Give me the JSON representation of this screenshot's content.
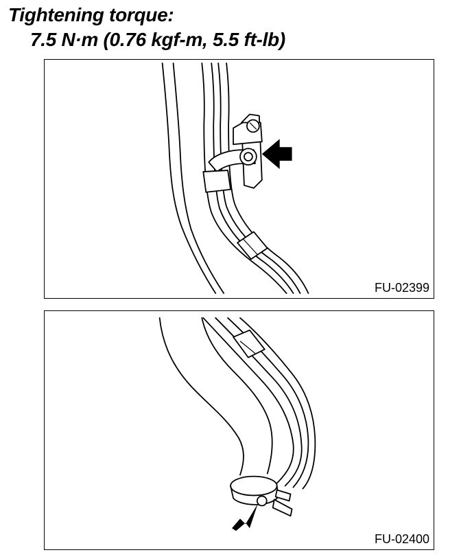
{
  "header": {
    "title": "Tightening torque:",
    "torque_value": "7.5 N·m (0.76 kgf-m, 5.5 ft-lb)"
  },
  "figures": [
    {
      "id": "FU-02399",
      "subject": "hose clamp bolt on bracket",
      "pointer": "arrow-left"
    },
    {
      "id": "FU-02400",
      "subject": "hose clamp bolt at pipe joint",
      "pointer": "arrow-up-right"
    }
  ],
  "colors": {
    "ink": "#000000",
    "background": "#ffffff"
  }
}
